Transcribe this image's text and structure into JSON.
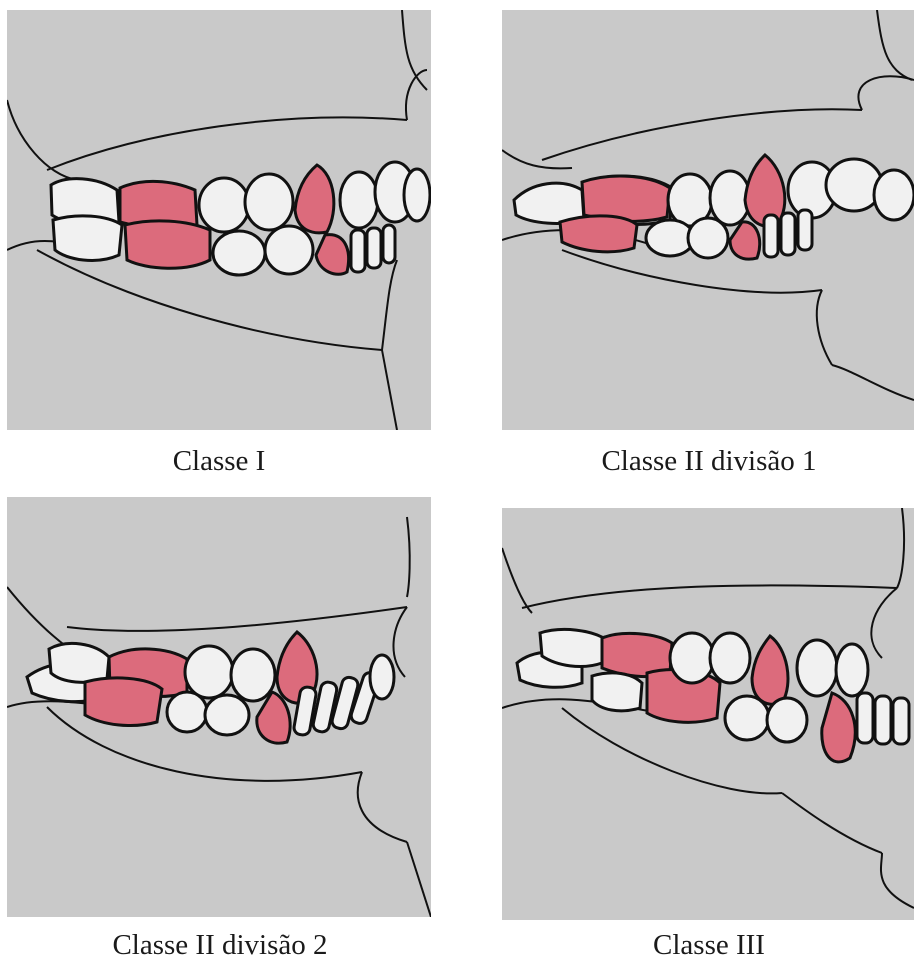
{
  "captions": {
    "class_1": "Classe I",
    "class_2_div_1": "Classe II divisão 1",
    "class_2_div_2": "Classe II divisão 2",
    "class_3": "Classe III"
  },
  "colors": {
    "background": "#c9c9c9",
    "tooth_fill": "#f1f1f1",
    "highlight_tooth": "#dc6b7c",
    "outline": "#111111"
  }
}
